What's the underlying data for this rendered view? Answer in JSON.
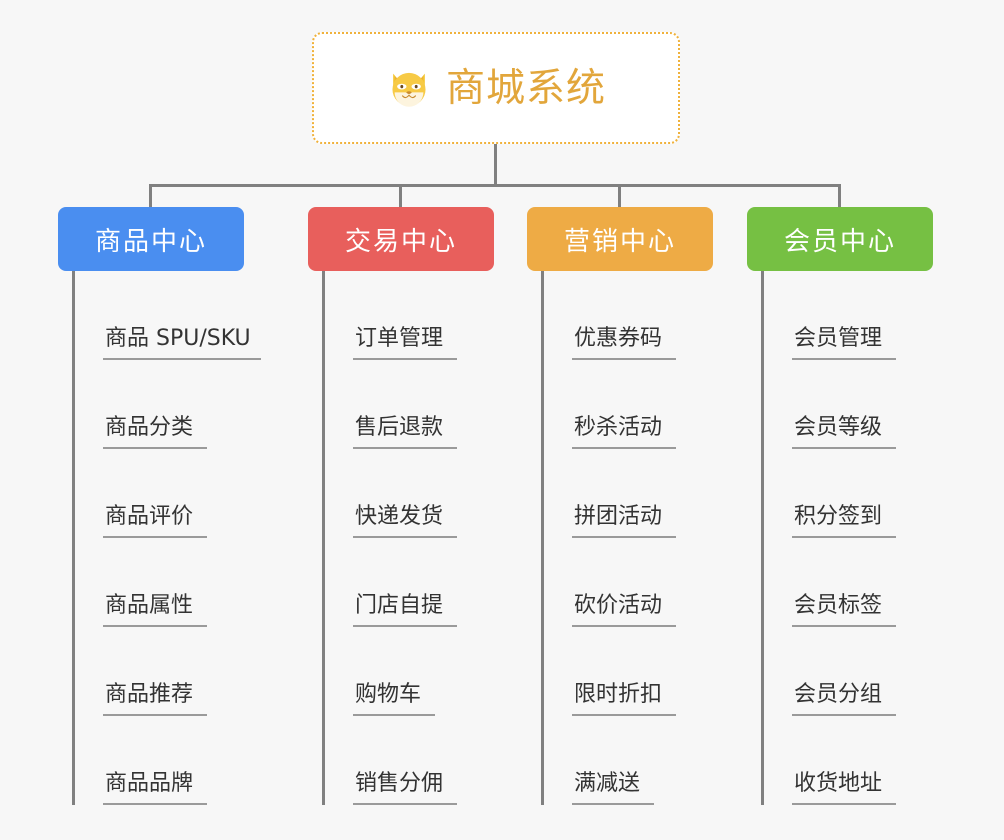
{
  "root": {
    "title": "商城系统",
    "icon": "dog-face-icon",
    "border_color": "#f0b23c",
    "text_color": "#e2a63b",
    "background": "#ffffff"
  },
  "canvas": {
    "background": "#f7f7f7",
    "connector_color": "#808080"
  },
  "categories": [
    {
      "label": "商品中心",
      "color": "#4a8ef0",
      "items": [
        "商品 SPU/SKU",
        "商品分类",
        "商品评价",
        "商品属性",
        "商品推荐",
        "商品品牌"
      ]
    },
    {
      "label": "交易中心",
      "color": "#e85f5c",
      "items": [
        "订单管理",
        "售后退款",
        "快递发货",
        "门店自提",
        "购物车",
        "销售分佣"
      ]
    },
    {
      "label": "营销中心",
      "color": "#eeab45",
      "items": [
        "优惠券码",
        "秒杀活动",
        "拼团活动",
        "砍价活动",
        "限时折扣",
        "满减送"
      ]
    },
    {
      "label": "会员中心",
      "color": "#76c043",
      "items": [
        "会员管理",
        "会员等级",
        "积分签到",
        "会员标签",
        "会员分组",
        "收货地址"
      ]
    }
  ]
}
